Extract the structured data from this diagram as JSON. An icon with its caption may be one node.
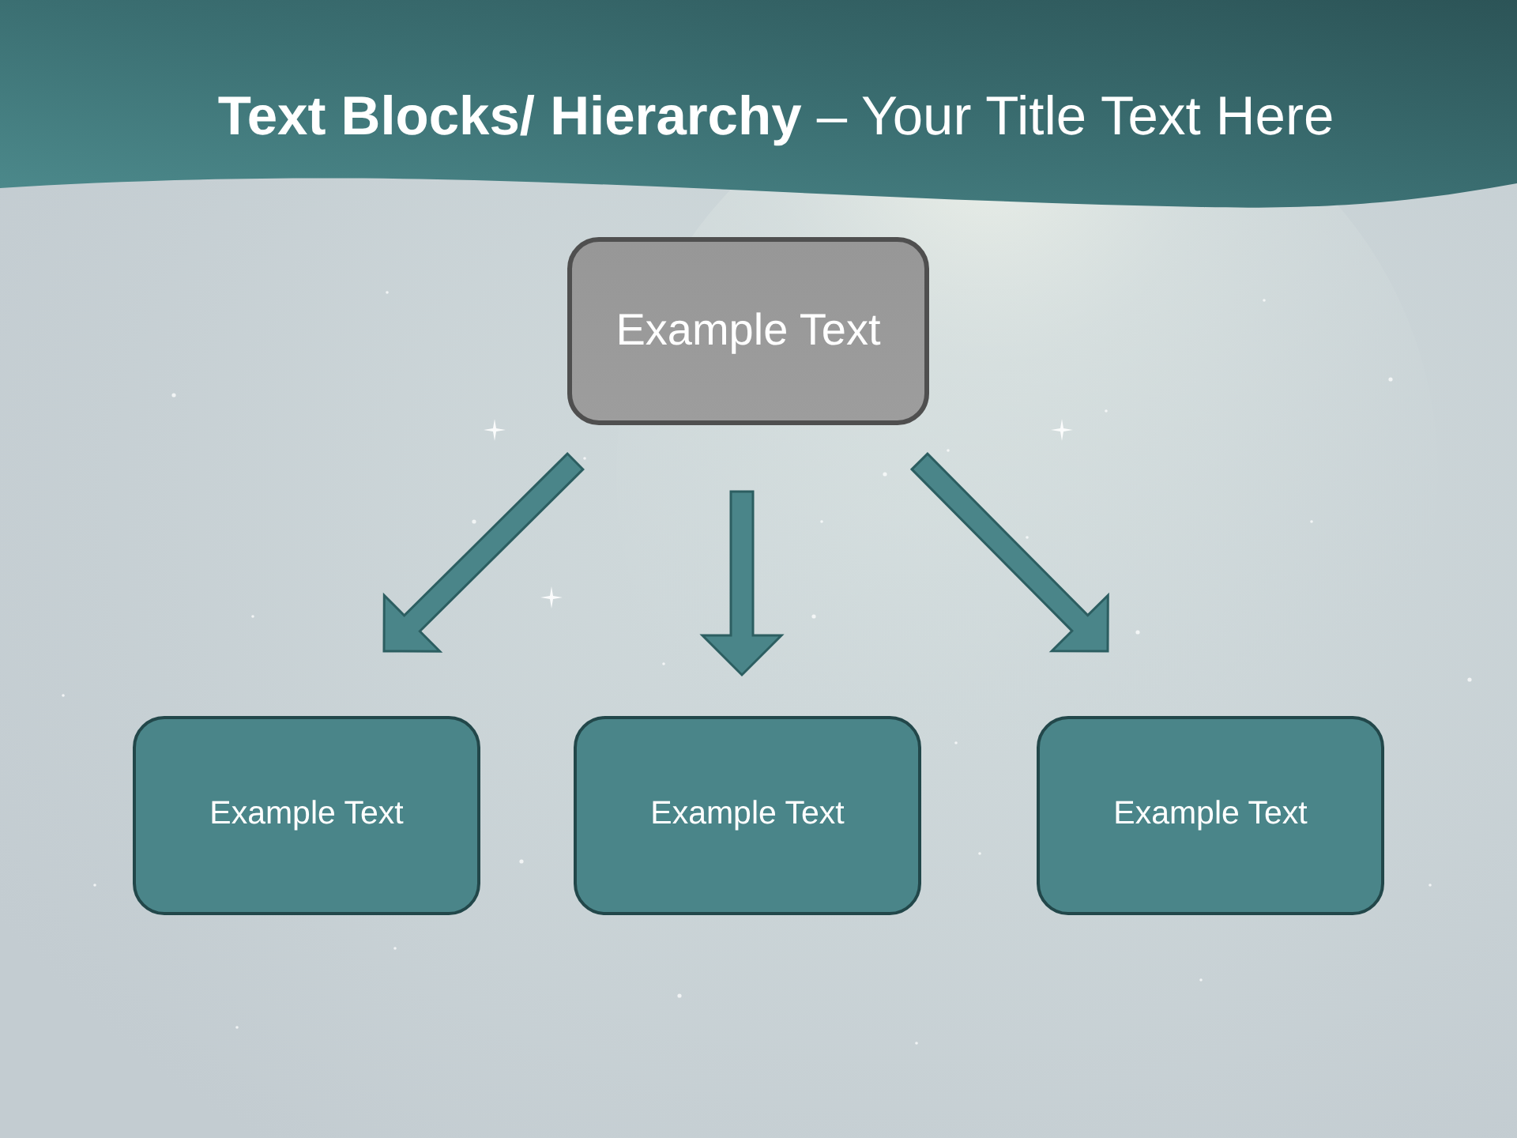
{
  "diagram": {
    "title": "**Text Blocks/ Hierarchy** – Your Title Text Here",
    "nodes": [
      {
        "text": [
          "Example Text"
        ]
      },
      {
        "text": [
          "Example Text"
        ]
      },
      {
        "text": [
          "Example Text"
        ]
      },
      {
        "text": [
          "Example Text"
        ]
      }
    ],
    "edges": [
      {
        "from": 0,
        "to": 1,
        "arrow": "to"
      },
      {
        "from": 0,
        "to": 2,
        "arrow": "to"
      },
      {
        "from": 0,
        "to": 3,
        "arrow": "to"
      }
    ]
  }
}
